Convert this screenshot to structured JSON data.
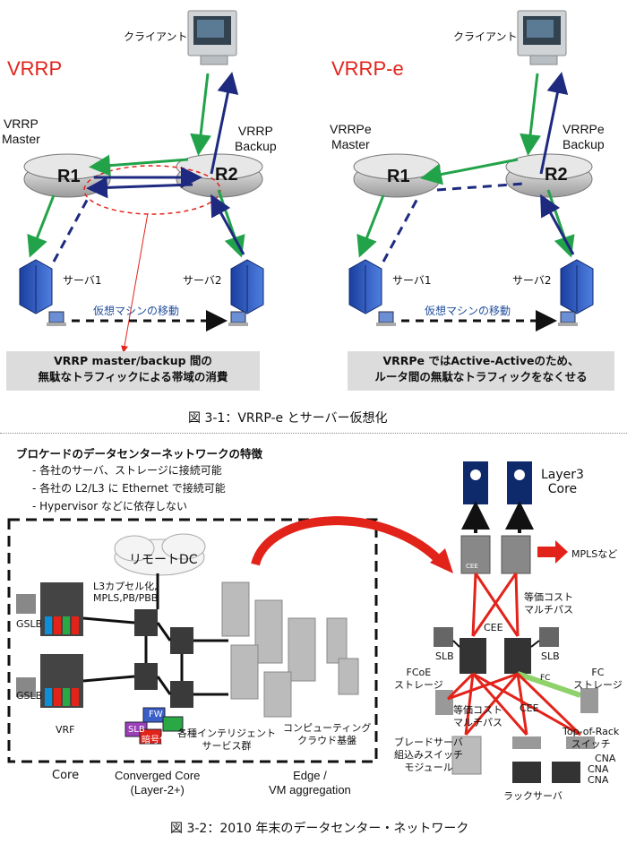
{
  "figure1": {
    "left": {
      "title": "VRRP",
      "client_label": "クライアント",
      "master_label": "VRRP\nMaster",
      "backup_label": "VRRP\nBackup",
      "r1": "R1",
      "r2": "R2",
      "server1_label": "サーバ1",
      "server2_label": "サーバ2",
      "vm_move_label": "仮想マシンの移動",
      "note": "VRRP master/backup 間の\n無駄なトラフィックによる帯域の消費"
    },
    "right": {
      "title": "VRRP-e",
      "client_label": "クライアント",
      "master_label": "VRRPe\nMaster",
      "backup_label": "VRRPe\nBackup",
      "r1": "R1",
      "r2": "R2",
      "server1_label": "サーバ1",
      "server2_label": "サーバ2",
      "vm_move_label": "仮想マシンの移動",
      "note": "VRRPe ではActive-Activeのため、\nルータ間の無駄なトラフィックをなくせる"
    },
    "caption": "図 3-1：VRRP-e とサーバー仮想化"
  },
  "figure2": {
    "heading": "ブロケードのデータセンターネットワークの特徴",
    "features": [
      "- 各社のサーバ、ストレージに接続可能",
      "- 各社の L2/L3 に Ethernet で接続可能",
      "- Hypervisor などに依存しない"
    ],
    "remote_dc": "リモートDC",
    "l3_capsule": "L3カプセル化,\nMPLS,PB/PBB",
    "gslb_top": "GSLB",
    "gslb_bottom": "GSLB",
    "vrf": "VRF",
    "fw": "FW",
    "slb_small": "SLB",
    "crypto": "暗号化",
    "intelligent_services": "各種インテリジェント\nサービス群",
    "computing_cloud": "コンピューティング\nクラウド基盤",
    "core_label": "Core",
    "converged_core_label": "Converged Core\n(Layer-2+)",
    "edge_label": "Edge /\nVM aggregation",
    "layer3_core": "Layer3\nCore",
    "cee_tag": "CEE",
    "mpls": "MPLSなど",
    "equal_cost_top": "等価コスト\nマルチパス",
    "cee_mid": "CEE",
    "slb_left": "SLB",
    "slb_right": "SLB",
    "fcoe_storage": "FCoE\nストレージ",
    "fc": "FC",
    "fc_storage": "FC\nストレージ",
    "equal_cost_bottom": "等価コスト\nマルチパス",
    "cee_bottom": "CEE",
    "blade_server": "ブレードサーバ\n組込みスイッチ\nモジュール",
    "tor_switch": "Top-of-Rack\nスイッチ",
    "cna": [
      "CNA",
      "CNA",
      "CNA"
    ],
    "rack_server": "ラックサーバ",
    "caption": "図 3-2：2010 年末のデータセンター・ネットワーク"
  }
}
